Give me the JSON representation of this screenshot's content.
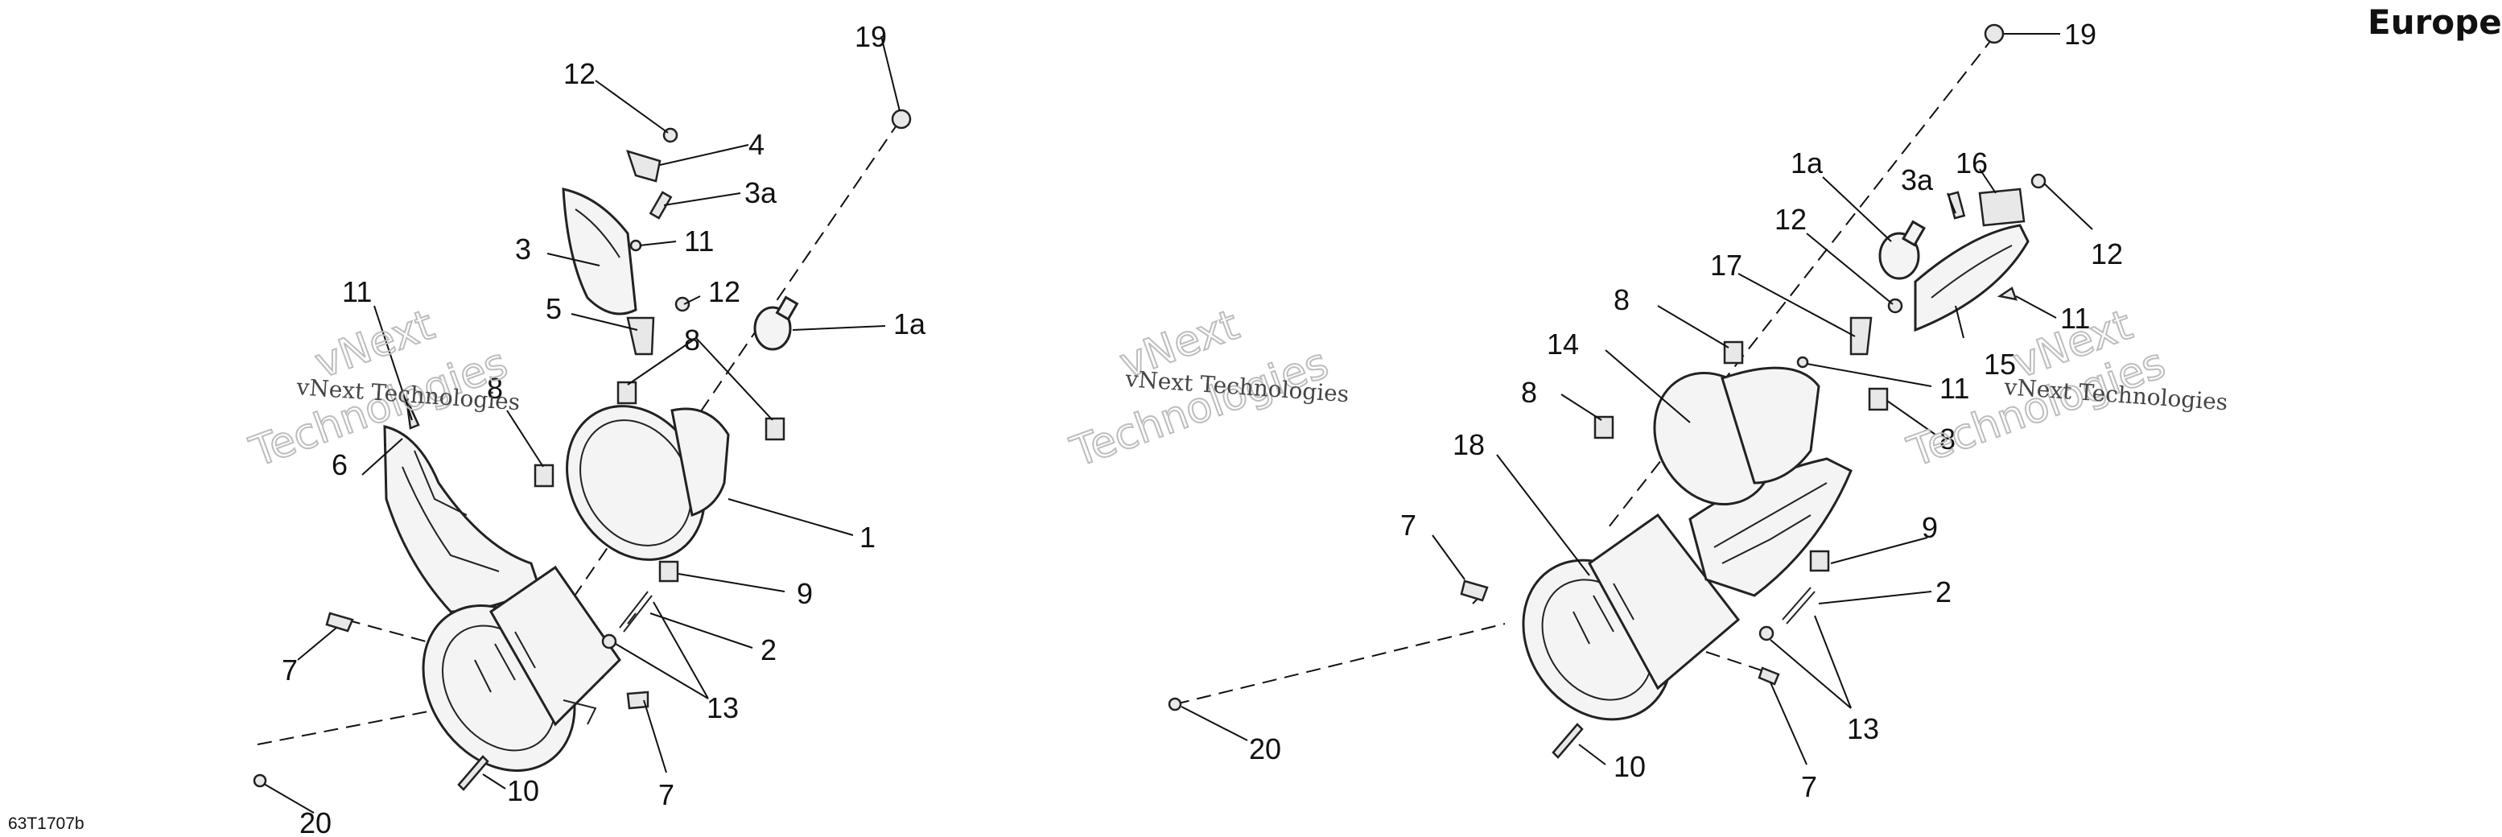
{
  "diagram": {
    "region_label": "Europe",
    "figure_code": "63T1707b",
    "watermark_small": "vNext Technologies",
    "watermark_large_1": "vNext",
    "watermark_large_2": "Technologies",
    "left_callouts": [
      "19",
      "12",
      "4",
      "3a",
      "3",
      "11",
      "12",
      "5",
      "1a",
      "8",
      "11",
      "8",
      "6",
      "1",
      "9",
      "2",
      "13",
      "7",
      "7",
      "10",
      "20"
    ],
    "right_callouts": [
      "19",
      "1a",
      "3a",
      "16",
      "12",
      "12",
      "17",
      "8",
      "11",
      "15",
      "14",
      "11",
      "8",
      "8",
      "18",
      "7",
      "9",
      "2",
      "13",
      "20",
      "10",
      "7"
    ]
  }
}
